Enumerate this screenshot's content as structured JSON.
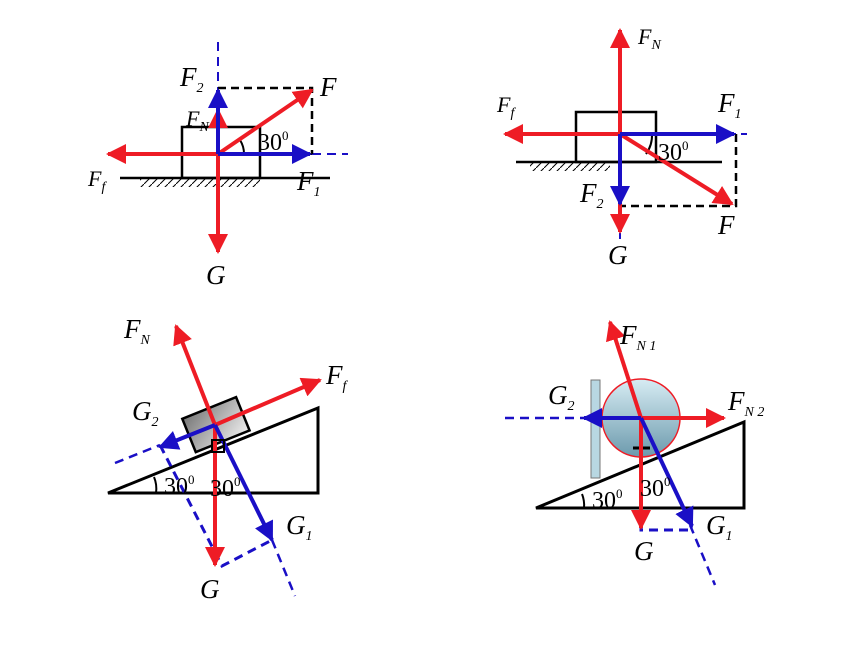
{
  "labels": {
    "F": "F",
    "G": "G",
    "F_sub_N": "N",
    "F_sub_f": "f",
    "F_sub_1": "1",
    "F_sub_2": "2",
    "G_sub_1": "1",
    "G_sub_2": "2",
    "N1": "N 1",
    "N2": "N 2",
    "angle": "30",
    "angle_sup": "0"
  },
  "colors": {
    "red": "#ee1c25",
    "blue": "#1a0fc6",
    "dashblue": "#2b2bd6",
    "black": "#000000",
    "ball": "#9cc9d8"
  }
}
